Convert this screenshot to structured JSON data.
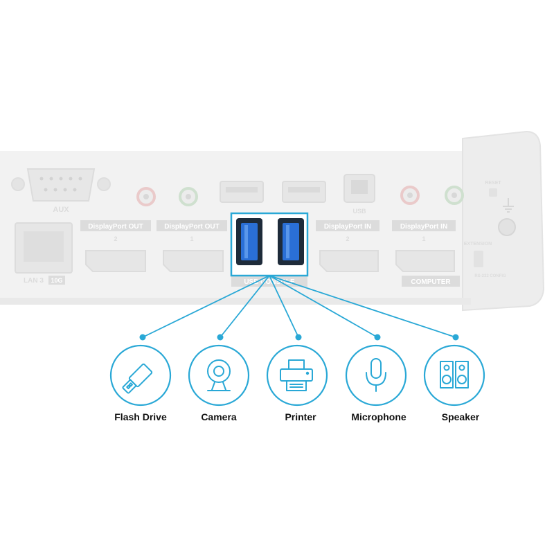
{
  "panel": {
    "aux_label": "AUX",
    "lan_label": "LAN 3",
    "lan_badge": "10G",
    "usb_b_label": "USB",
    "dp_out_label": "DisplayPort OUT",
    "dp_in_label": "DisplayPort IN",
    "port_num_1": "1",
    "port_num_2": "2",
    "usb_console_label": "USB CONSOLE",
    "computer_label": "COMPUTER",
    "reset_label": "RESET",
    "extension_label": "EXTENSION",
    "rs232_label": "RS-232 CONFIG"
  },
  "colors": {
    "accent": "#29a8d6",
    "panel_bg": "#f2f2f2",
    "usb3_blue": "#2a6fd6",
    "label_text": "#111111"
  },
  "devices": [
    {
      "label": "Flash Drive",
      "icon": "flash-drive-icon"
    },
    {
      "label": "Camera",
      "icon": "camera-icon"
    },
    {
      "label": "Printer",
      "icon": "printer-icon"
    },
    {
      "label": "Microphone",
      "icon": "microphone-icon"
    },
    {
      "label": "Speaker",
      "icon": "speaker-icon"
    }
  ]
}
